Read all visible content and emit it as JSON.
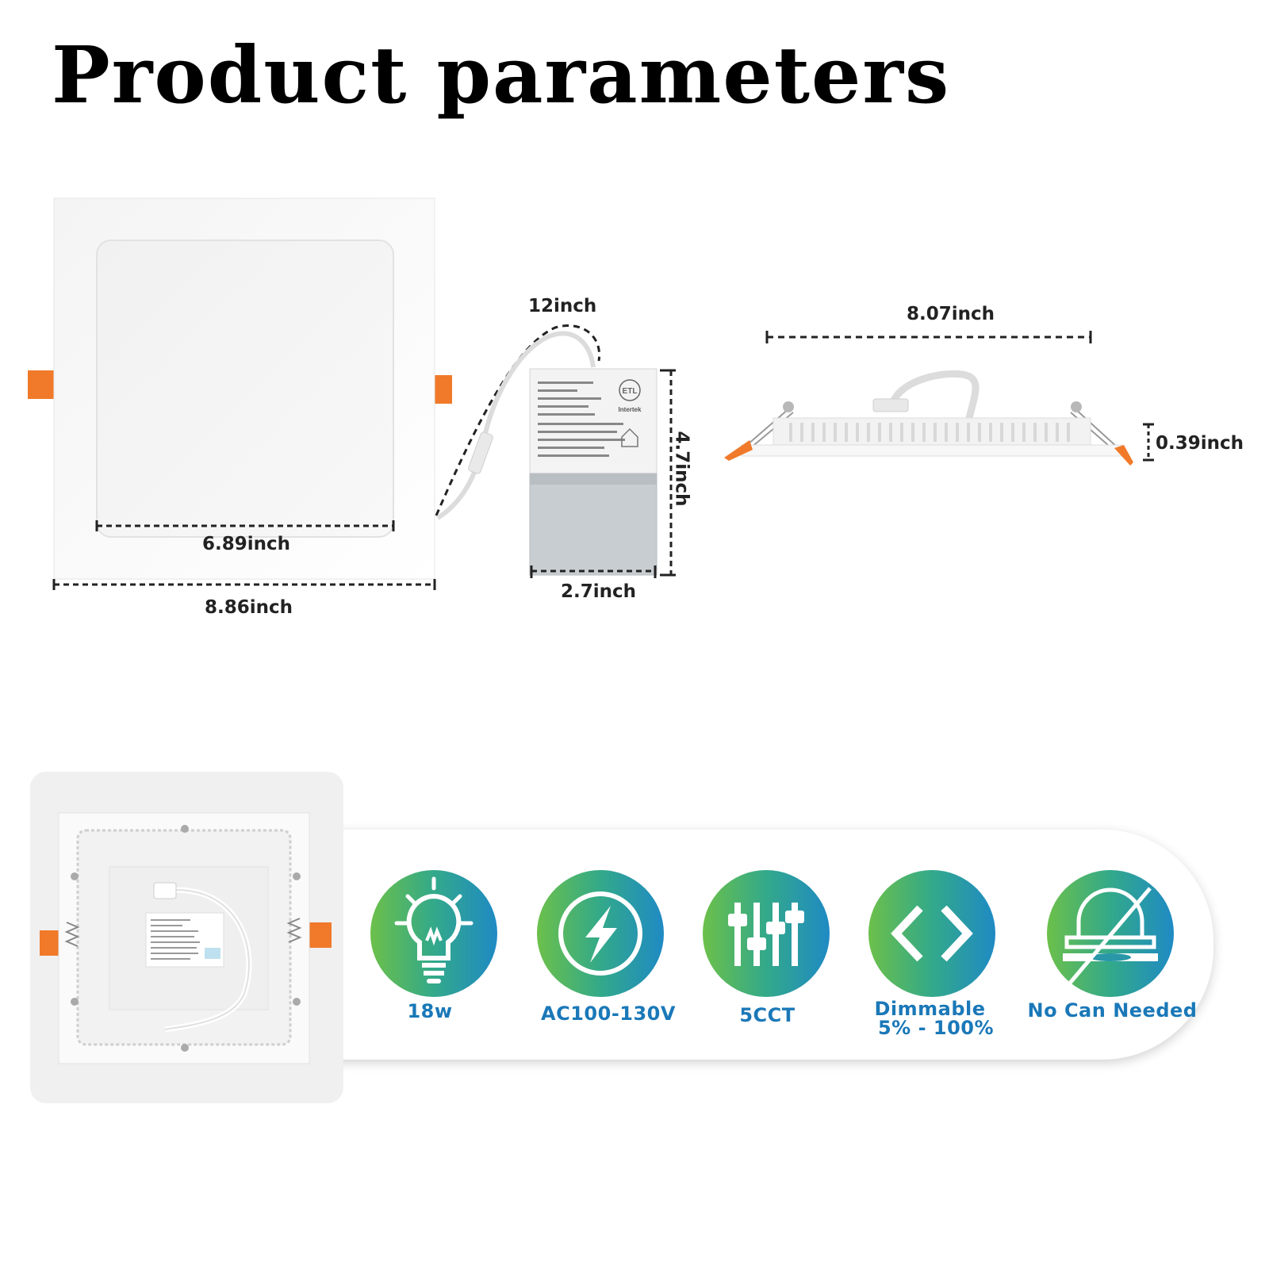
{
  "title": "Product parameters",
  "dimensions": {
    "panel_inner_width": "6.89inch",
    "panel_outer_width": "8.86inch",
    "cable_length": "12inch",
    "box_height": "4.7inch",
    "box_width": "2.7inch",
    "side_length": "8.07inch",
    "side_thickness": "0.39inch"
  },
  "driver_label": {
    "brand": "Intertek",
    "cert": "ETL"
  },
  "features": [
    {
      "label": "18w",
      "icon": "light-bulb-icon"
    },
    {
      "label": "AC100-130V",
      "icon": "lightning-bolt-icon"
    },
    {
      "label": "5CCT",
      "icon": "sliders-icon"
    },
    {
      "label": "Dimmable",
      "label2": "5% - 100%",
      "icon": "arrows-icon"
    },
    {
      "label": "No Can Needed",
      "icon": "no-can-icon"
    }
  ],
  "colors": {
    "gradient_start": "#6cc04a",
    "gradient_end": "#1f8ac4",
    "label_blue": "#1a78b8",
    "clip_orange": "#f07a2a"
  }
}
